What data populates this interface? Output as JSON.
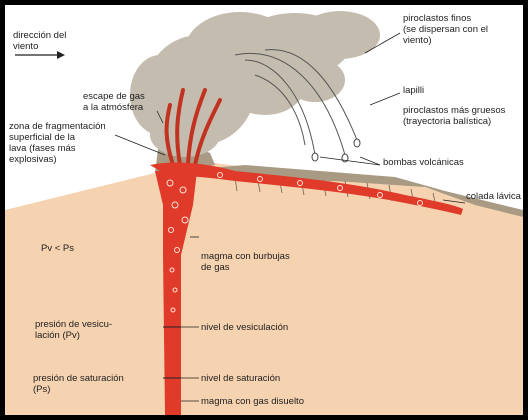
{
  "labels": {
    "wind": "dirección del\nviento",
    "fine": "piroclastos finos\n(se dispersan con el\nviento)",
    "gas_escape": "escape de gas\na la atmósfera",
    "lapilli": "lapilli",
    "coarse": "piroclastos más gruesos\n(trayectoria balística)",
    "fragmentation": "zona de fragmentación\nsuperficial de la\nlava (fases más\nexplosivas)",
    "bombs": "bombas volcánicas",
    "lava_flow": "colada lávica",
    "pressure_compare": "Pv < Ps",
    "bubbles": "magma con burbujas\nde gas",
    "vesiculation_pressure": "presión de vesicu-\nlación (Pv)",
    "vesiculation_level": "nivel de vesiculación",
    "saturation_pressure": "presión de saturación\n(Ps)",
    "saturation_level": "nivel de saturación",
    "dissolved": "magma con gas disuelto"
  },
  "colors": {
    "magma": "#e03a2a",
    "ground": "#f5d2b0",
    "cone": "#a89a83",
    "ash": "#c4bcae"
  }
}
